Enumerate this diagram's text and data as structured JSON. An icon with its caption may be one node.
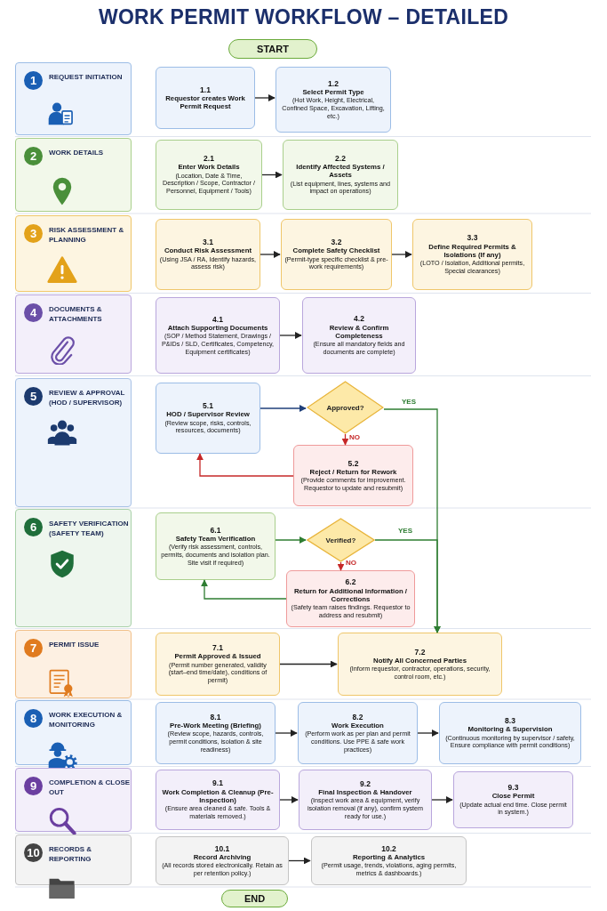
{
  "diagram": {
    "title": "WORK PERMIT WORKFLOW – DETAILED",
    "nodes": [
      {
        "text": [
          "START"
        ]
      },
      {
        "text": [
          "1",
          "REQUEST INITIATION"
        ]
      },
      {
        "text": [
          "1.1",
          "Requestor creates Work Permit Request"
        ]
      },
      {
        "text": [
          "1.2",
          "Select Permit Type",
          "(Hot Work, Height, Electrical, Confined Space, Excavation, Lifting, etc.)"
        ]
      },
      {
        "text": [
          "2",
          "WORK DETAILS"
        ]
      },
      {
        "text": [
          "2.1",
          "Enter Work Details",
          "(Location, Date & Time, Description / Scope, Contractor / Personnel, Equipment / Tools)"
        ]
      },
      {
        "text": [
          "2.2",
          "Identify Affected Systems / Assets",
          "(List equipment, lines, systems and impact on operations)"
        ]
      },
      {
        "text": [
          "3",
          "RISK ASSESSMENT & PLANNING"
        ]
      },
      {
        "text": [
          "3.1",
          "Conduct Risk Assessment",
          "(Using JSA / RA, Identify hazards, assess risk)"
        ]
      },
      {
        "text": [
          "3.2",
          "Complete Safety Checklist",
          "(Permit-type specific checklist & pre-work requirements)"
        ]
      },
      {
        "text": [
          "3.3",
          "Define Required Permits & Isolations (If any)",
          "(LOTO / Isolation, Additional permits, Special clearances)"
        ]
      },
      {
        "text": [
          "4",
          "DOCUMENTS & ATTACHMENTS"
        ]
      },
      {
        "text": [
          "4.1",
          "Attach Supporting Documents",
          "(SOP / Method Statement, Drawings / P&IDs / SLD, Certificates, Competency, Equipment certificates)"
        ]
      },
      {
        "text": [
          "4.2",
          "Review & Confirm Completeness",
          "(Ensure all mandatory fields and documents are complete)"
        ]
      },
      {
        "text": [
          "5",
          "REVIEW & APPROVAL (HOD / SUPERVISOR)"
        ]
      },
      {
        "text": [
          "5.1",
          "HOD / Supervisor Review",
          "(Review scope, risks, controls, resources, documents)"
        ]
      },
      {
        "text": [
          "Approved?"
        ]
      },
      {
        "text": [
          "5.2",
          "Reject / Return for Rework",
          "(Provide comments for improvement. Requestor to update and resubmit)"
        ]
      },
      {
        "text": [
          "6",
          "SAFETY VERIFICATION (SAFETY TEAM)"
        ]
      },
      {
        "text": [
          "6.1",
          "Safety Team Verification",
          "(Verify risk assessment, controls, permits, documents and isolation plan. Site visit if required)"
        ]
      },
      {
        "text": [
          "Verified?"
        ]
      },
      {
        "text": [
          "6.2",
          "Return for Additional Information / Corrections",
          "(Safety team raises findings. Requestor to address and resubmit)"
        ]
      },
      {
        "text": [
          "7",
          "PERMIT ISSUE"
        ]
      },
      {
        "text": [
          "7.1",
          "Permit Approved & Issued",
          "(Permit number generated, validity (start–end time/date), conditions of permit)"
        ]
      },
      {
        "text": [
          "7.2",
          "Notify All Concerned Parties",
          "(Inform requestor, contractor, operations, security, control room, etc.)"
        ]
      },
      {
        "text": [
          "8",
          "WORK EXECUTION & MONITORING"
        ]
      },
      {
        "text": [
          "8.1",
          "Pre-Work Meeting (Briefing)",
          "(Review scope, hazards, controls, permit conditions, isolation & site readiness)"
        ]
      },
      {
        "text": [
          "8.2",
          "Work Execution",
          "(Perform work as per plan and permit conditions. Use PPE & safe work practices)"
        ]
      },
      {
        "text": [
          "8.3",
          "Monitoring & Supervision",
          "(Continuous monitoring by supervisor / safety, Ensure compliance with permit conditions)"
        ]
      },
      {
        "text": [
          "9",
          "COMPLETION & CLOSE OUT"
        ]
      },
      {
        "text": [
          "9.1",
          "Work Completion & Cleanup (Pre-Inspection)",
          "(Ensure area cleaned & safe. Tools & materials removed.)"
        ]
      },
      {
        "text": [
          "9.2",
          "Final Inspection & Handover",
          "(Inspect work area & equipment, verify isolation removal (if any), confirm system ready for use.)"
        ]
      },
      {
        "text": [
          "9.3",
          "Close Permit",
          "(Update actual end time. Close permit in system.)"
        ]
      },
      {
        "text": [
          "10",
          "RECORDS & REPORTING"
        ]
      },
      {
        "text": [
          "10.1",
          "Record Archiving",
          "(All records stored electronically. Retain as per retention policy.)"
        ]
      },
      {
        "text": [
          "10.2",
          "Reporting & Analytics",
          "(Permit usage, trends, violations, aging permits, metrics & dashboards.)"
        ]
      },
      {
        "text": [
          "END"
        ]
      }
    ],
    "edges": [
      {
        "from": 2,
        "to": 3,
        "arrow": "to"
      },
      {
        "from": 5,
        "to": 6,
        "arrow": "to"
      },
      {
        "from": 8,
        "to": 9,
        "arrow": "to"
      },
      {
        "from": 9,
        "to": 10,
        "arrow": "to"
      },
      {
        "from": 12,
        "to": 13,
        "arrow": "to"
      },
      {
        "from": 15,
        "to": 16,
        "arrow": "to",
        "color": "#1f3f7a"
      },
      {
        "from": 16,
        "to": 17,
        "arrow": "to",
        "label": "NO",
        "color": "#c62828"
      },
      {
        "from": 17,
        "to": 15,
        "arrow": "to",
        "color": "#c62828"
      },
      {
        "from": 16,
        "to": 24,
        "arrow": "to",
        "label": "YES",
        "color": "#2e7d32"
      },
      {
        "from": 19,
        "to": 20,
        "arrow": "to",
        "color": "#2e7d32"
      },
      {
        "from": 20,
        "to": 21,
        "arrow": "to",
        "label": "NO",
        "color": "#c62828"
      },
      {
        "from": 21,
        "to": 19,
        "arrow": "to",
        "color": "#2e7d32"
      },
      {
        "from": 20,
        "to": 24,
        "arrow": "to",
        "label": "YES",
        "color": "#2e7d32"
      },
      {
        "from": 23,
        "to": 24,
        "arrow": "to"
      },
      {
        "from": 26,
        "to": 27,
        "arrow": "to"
      },
      {
        "from": 27,
        "to": 28,
        "arrow": "to"
      },
      {
        "from": 30,
        "to": 31,
        "arrow": "to"
      },
      {
        "from": 31,
        "to": 32,
        "arrow": "to"
      },
      {
        "from": 34,
        "to": 35,
        "arrow": "to"
      }
    ]
  }
}
